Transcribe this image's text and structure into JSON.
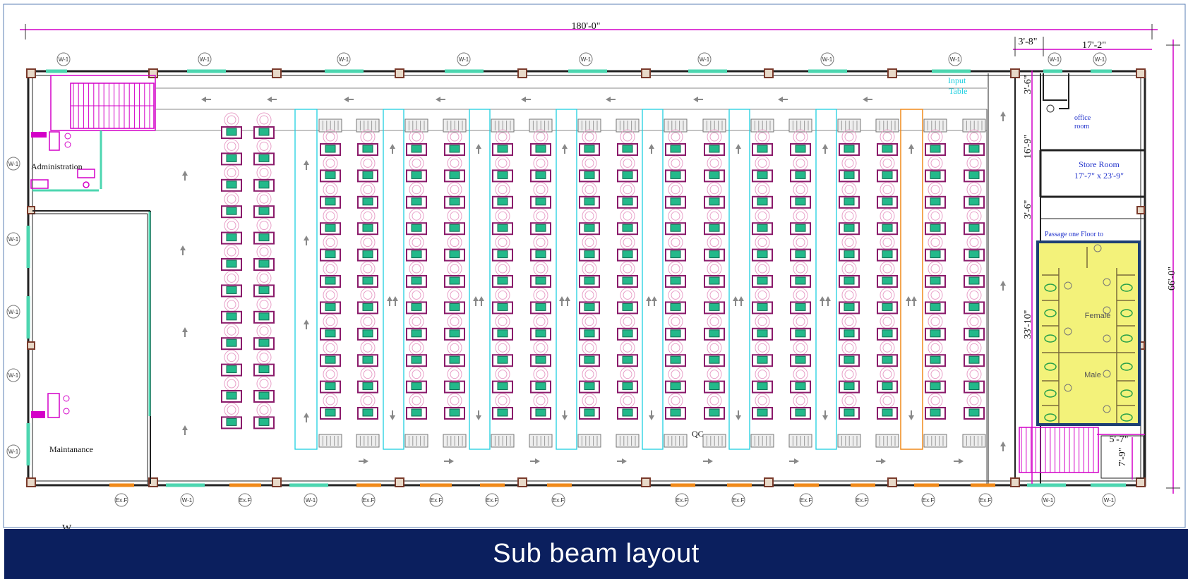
{
  "footer": {
    "title": "Sub beam layout"
  },
  "dimensions": {
    "overall_width": "180'-0\"",
    "right_top_a": "3'-8\"",
    "right_top_b": "17'-2\"",
    "right_v_1": "3'-6\"",
    "right_v_2": "16'-9\"",
    "right_v_3": "3'-6\"",
    "right_v_4": "33'-10\"",
    "overall_height": "66'-0\"",
    "stair_w": "5'-7\"",
    "stair_h": "7'-9\""
  },
  "rooms": {
    "administration": "Administration",
    "maintenance": "Maintanance",
    "office_room_1": "office",
    "office_room_2": "room",
    "store_room": "Store Room",
    "store_room_size": "17'-7\" x 23'-9\"",
    "passage": "Passage one Floor to",
    "female": "Female",
    "male": "Male",
    "qc": "QC",
    "input_table_1": "Input",
    "input_table_2": "Table",
    "stray_w": "W"
  },
  "markers": {
    "window": "W-1",
    "exhaust_fan": "Ex.F"
  },
  "colors": {
    "wall": "#222222",
    "window": "#4dd6b0",
    "magenta": "#d400c8",
    "cyan": "#1ecfe0",
    "orange": "#f08a1a",
    "toilet_fill": "#f3f27a",
    "toilet_border": "#1e3f73",
    "footer_bg": "#0b1f5e"
  },
  "icons": [
    "arrow-icon",
    "sewing-machine-icon",
    "operator-chair-icon",
    "window-marker-icon",
    "exhaust-fan-marker-icon"
  ]
}
